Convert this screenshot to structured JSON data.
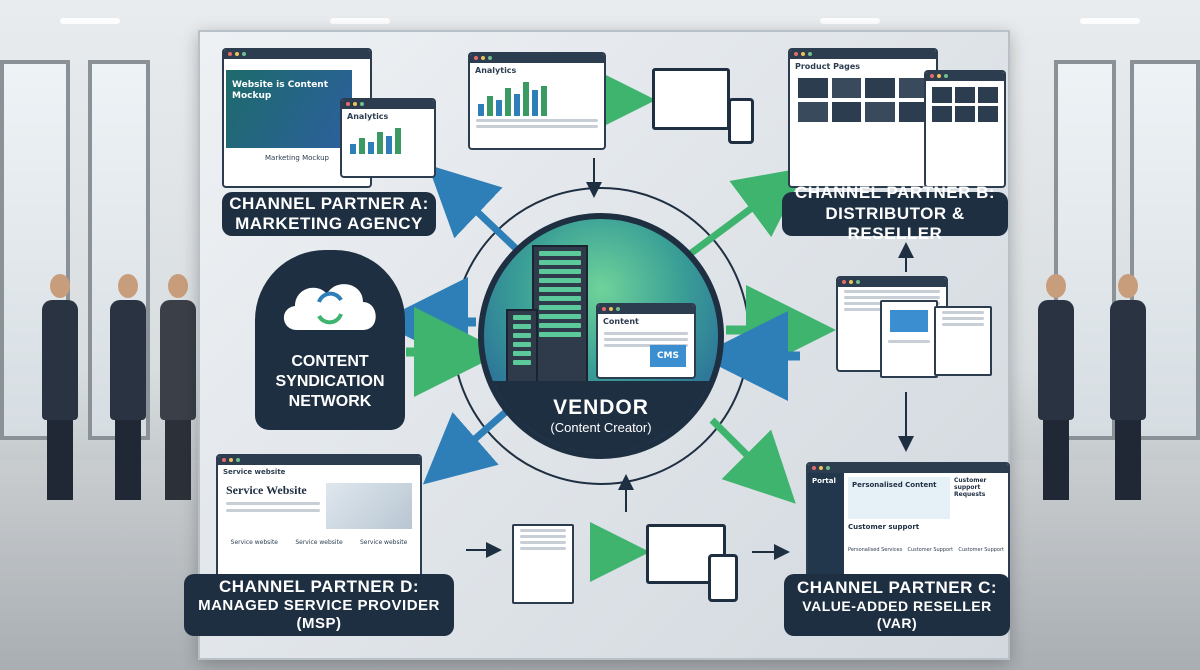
{
  "vendor": {
    "title": "VENDOR",
    "subtitle": "(Content Creator)"
  },
  "network": {
    "line1": "CONTENT",
    "line2": "SYNDICATION",
    "line3": "NETWORK"
  },
  "partner_a": {
    "line1": "CHANNEL PARTNER A:",
    "line2": "MARKETING AGENCY",
    "site_title": "Website is Content Mockup",
    "section": "Marketing Mockup",
    "analytics": "Analytics"
  },
  "partner_b": {
    "line1": "CHANNEL PARTNER B:",
    "line2": "DISTRIBUTOR & RESELLER",
    "shop_title": "Product Pages"
  },
  "partner_c": {
    "line1": "CHANNEL PARTNER C:",
    "line2": "VALUE-ADDED RESELLER (VAR)",
    "portal": "Portal",
    "hero": "Personalised Content",
    "support_title": "Customer support",
    "support_head": "Customer support Requests",
    "card1": "Personalised Services",
    "card2": "Customer Support",
    "card3": "Customer Support"
  },
  "partner_d": {
    "line1": "CHANNEL PARTNER D:",
    "line2": "MANAGED SERVICE PROVIDER (MSP)",
    "nav": "Service website",
    "hero": "Service Website",
    "card1": "Service website",
    "card2": "Service website",
    "card3": "Service website"
  },
  "center_top": {
    "analytics": "Analytics"
  },
  "cms": {
    "content": "Content",
    "badge": "CMS"
  },
  "colors": {
    "navy": "#1f2f42",
    "green": "#3fb46f",
    "blue": "#2e7fb8"
  }
}
